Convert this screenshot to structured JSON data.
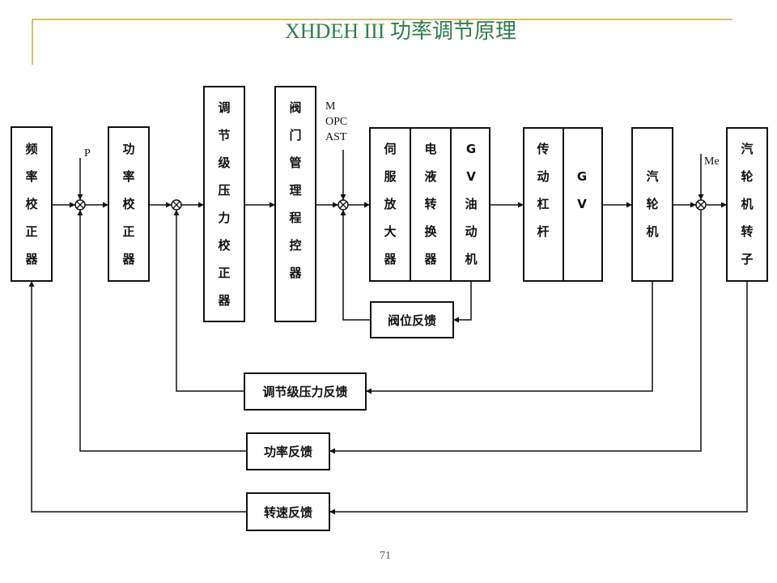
{
  "title": "XHDEH III  功率调节原理",
  "page_number": "71",
  "blocks": {
    "freq": "频率校正器",
    "power_corr": "功率校正器",
    "stage_corr": "调节级压力校正器",
    "valve_mgmt": "阀门管理程控器",
    "servo": "伺服放大器",
    "eh_conv": "电液转换器",
    "gv_actuator": "GV油动机",
    "linkage": "传动杠杆",
    "gv": "GV",
    "turbine": "汽轮机",
    "rotor": "汽轮机转子",
    "valve_fb": "阀位反馈",
    "stage_fb": "调节级压力反馈",
    "power_fb": "功率反馈",
    "speed_fb": "转速反馈"
  },
  "signals": {
    "p": "P",
    "m": "M",
    "opc": "OPC",
    "ast": "AST",
    "me": "Me"
  },
  "colors": {
    "title": "#2e7d4f",
    "rule": "#c9a93a",
    "line": "#111111"
  }
}
